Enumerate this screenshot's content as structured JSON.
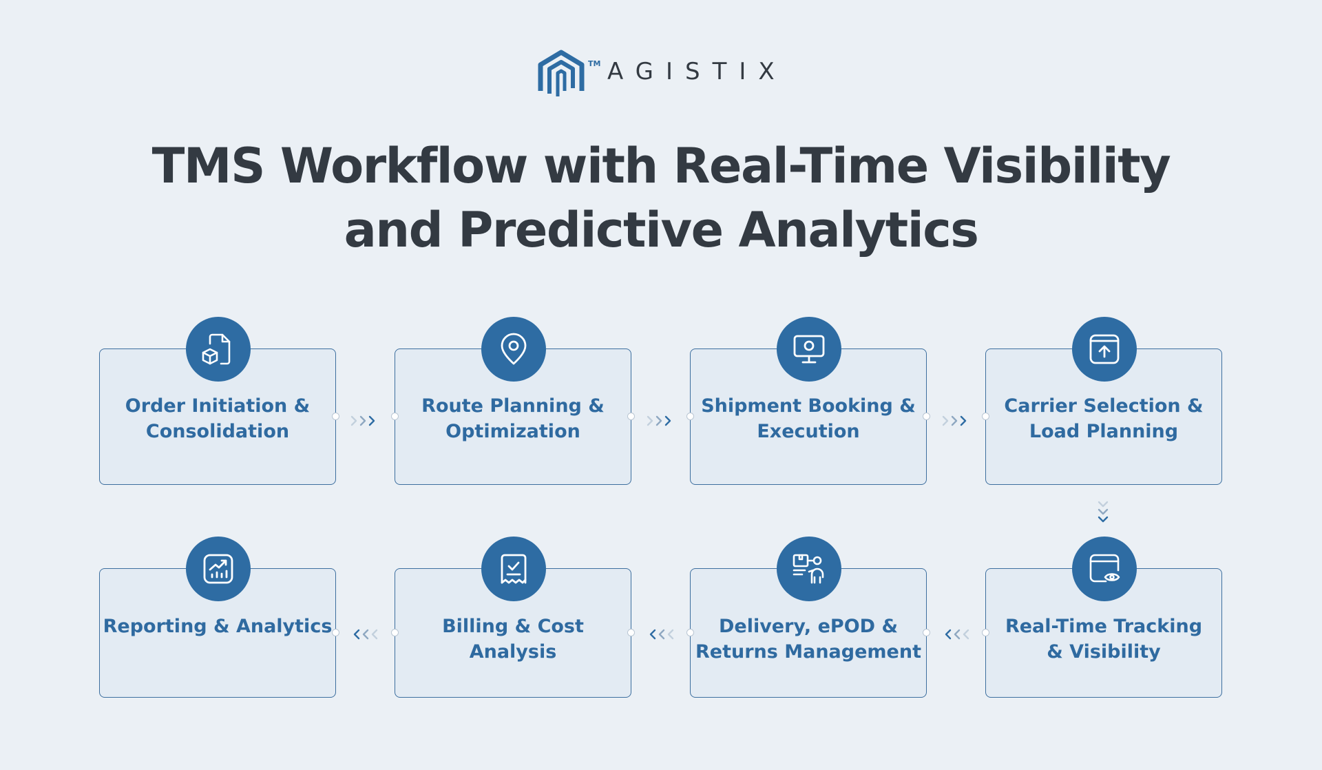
{
  "logo": {
    "wordmark": "AGISTIX",
    "tm": "TM"
  },
  "title": {
    "line1": "TMS Workflow with Real-Time Visibility",
    "line2": "and Predictive Analytics"
  },
  "steps": [
    {
      "line1": "Order Initiation &",
      "line2": "Consolidation",
      "icon": "package-document-icon"
    },
    {
      "line1": "Route Planning &",
      "line2": "Optimization",
      "icon": "location-pin-icon"
    },
    {
      "line1": "Shipment Booking &",
      "line2": "Execution",
      "icon": "monitor-icon"
    },
    {
      "line1": "Carrier Selection &",
      "line2": "Load Planning",
      "icon": "upload-window-icon"
    },
    {
      "line1": "Real-Time Tracking",
      "line2": "& Visibility",
      "icon": "window-eye-icon"
    },
    {
      "line1": "Delivery, ePOD &",
      "line2": "Returns Management",
      "icon": "delivery-person-icon"
    },
    {
      "line1": "Billing & Cost",
      "line2": "Analysis",
      "icon": "receipt-check-icon"
    },
    {
      "line1": "Reporting & Analytics",
      "line2": "",
      "icon": "chart-trend-icon"
    }
  ],
  "colors": {
    "accent": "#2e6ca3",
    "background": "#ebf0f5",
    "title": "#333a42",
    "card": "#e3ebf3"
  }
}
